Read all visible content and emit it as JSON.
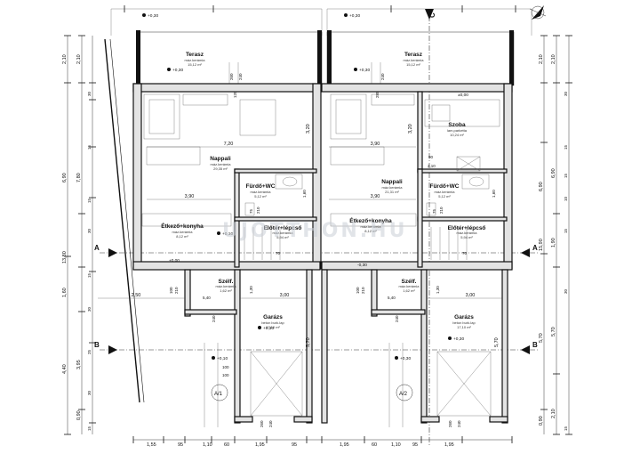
{
  "rooms": [
    {
      "key": "terasz_l",
      "name": "Terasz",
      "floor": "máz.kerámia",
      "area": "15,12 m²"
    },
    {
      "key": "terasz_r",
      "name": "Terasz",
      "floor": "máz.kerámia",
      "area": "15,12 m²"
    },
    {
      "key": "nappali_l",
      "name": "Nappali",
      "floor": "máz.kerámia",
      "area": "29,35 m²"
    },
    {
      "key": "nappali_r",
      "name": "Nappali",
      "floor": "máz.kerámia",
      "area": "21,31 m²"
    },
    {
      "key": "szoba_r",
      "name": "Szoba",
      "floor": "lam.parketta",
      "area": "10,24 m²"
    },
    {
      "key": "furdo_l",
      "name": "Fürdő+WC",
      "floor": "máz.kerámia",
      "area": "5,12 m²"
    },
    {
      "key": "furdo_r",
      "name": "Fürdő+WC",
      "floor": "máz.kerámia",
      "area": "5,12 m²"
    },
    {
      "key": "etkezo_l",
      "name": "Étkező+konyha",
      "floor": "máz.kerámia",
      "area": "8,12 m²"
    },
    {
      "key": "etkezo_r",
      "name": "Étkező+konyha",
      "floor": "máz.kerámia",
      "area": "8,12 m²"
    },
    {
      "key": "eloter_l",
      "name": "Előtér+lépcső",
      "floor": "máz.kerámia",
      "area": "5,94 m²"
    },
    {
      "key": "eloter_r",
      "name": "Előtér+lépcső",
      "floor": "máz.kerámia",
      "area": "5,94 m²"
    },
    {
      "key": "szelf_l",
      "name": "Szélf.",
      "floor": "máz.kerámia",
      "area": "1,62 m²"
    },
    {
      "key": "szelf_r",
      "name": "Szélf.",
      "floor": "máz.kerámia",
      "area": "1,62 m²"
    },
    {
      "key": "garazs_l",
      "name": "Garázs",
      "floor": "beton burk.lap",
      "area": "17,10 m²"
    },
    {
      "key": "garazs_r",
      "name": "Garázs",
      "floor": "beton burk.lap",
      "area": "17,10 m²"
    }
  ],
  "axes": {
    "a_left": "A",
    "a_right": "A",
    "b_left": "B",
    "b_right": "B",
    "c_top": "C"
  },
  "unit_tags": {
    "left": "A/1",
    "right": "A/2"
  },
  "levels": {
    "p30": "+0,30",
    "p10": "+0,10",
    "m0": "±0,00",
    "m30": "-0,30"
  },
  "watermark": "UJOTTHON.HU",
  "dims": {
    "left_outer": [
      "2,10",
      "6,90",
      "13,80",
      "1,60",
      "4,40"
    ],
    "left_inner": [
      "2,10",
      "7,80",
      "3,95",
      "0,90"
    ],
    "left_chain": [
      "30",
      "15",
      "15",
      "30",
      "15",
      "30",
      "25",
      "30",
      "15"
    ],
    "right_outer": [
      "2,10",
      "6,90",
      "15,90",
      "5,70",
      "0,90"
    ],
    "right_inner": [
      "2,10",
      "6,90",
      "1,90",
      "5,70",
      "2,10"
    ],
    "right_chain": [
      "30",
      "15",
      "15",
      "10",
      "15",
      "30",
      "15"
    ],
    "bottom_row": [
      "1,55",
      "95",
      "1,10",
      "60",
      "1,95",
      "95",
      "1,95",
      "60",
      "1,10",
      "95",
      "1,95"
    ],
    "inner": {
      "n720": "7,20",
      "n390a": "3,90",
      "n390b": "3,90",
      "n390c": "3,90",
      "n320a": "3,20",
      "n320b": "3,20",
      "n250": "2,50",
      "n300a": "3,00",
      "n300b": "3,00",
      "n570a": "5,70",
      "n570b": "5,70",
      "n130a": "1,30",
      "n130b": "1,30",
      "n160a": "1,60",
      "n160b": "1,60",
      "n210": "2,10",
      "n90": "90",
      "n540a": "5,40",
      "n540b": "5,40",
      "n100": "100",
      "n240": "240",
      "n260": "260",
      "n70": "70",
      "n75": "75",
      "n210s": "210",
      "n120": "120",
      "n285": "285"
    }
  }
}
